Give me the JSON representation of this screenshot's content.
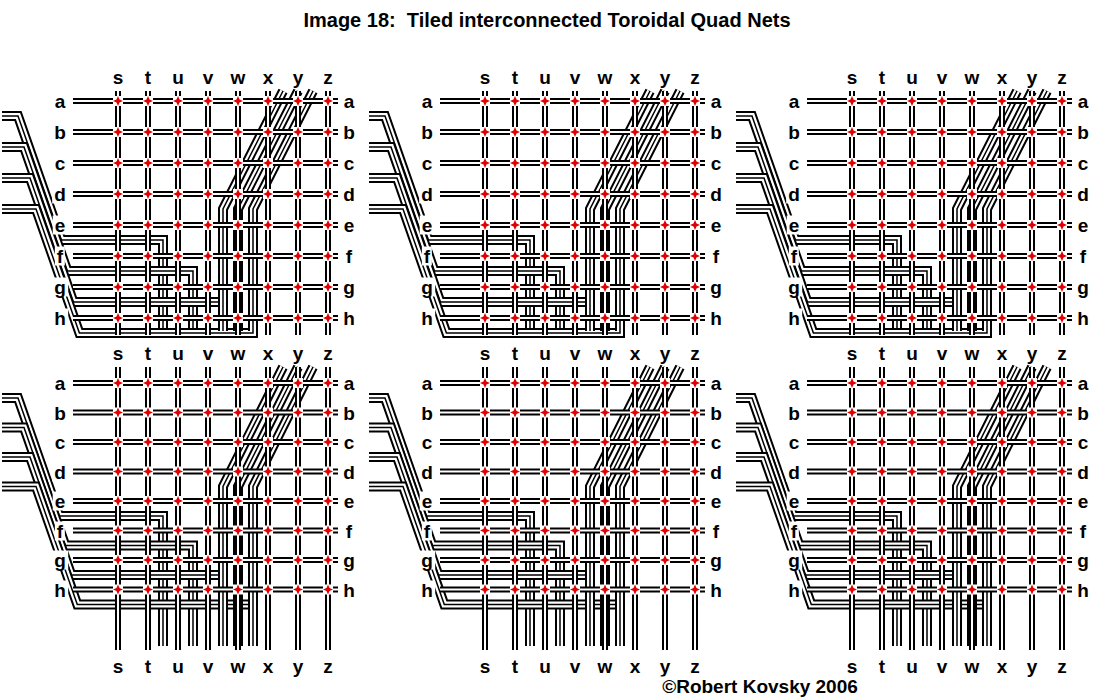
{
  "diagram": {
    "title": "Image 18:  Tiled interconnected Toroidal Quad Nets",
    "labels": [
      "s",
      "t",
      "u",
      "v",
      "w",
      "x",
      "y",
      "z",
      "a",
      "a",
      "b",
      "b",
      "c",
      "c",
      "d",
      "d",
      "e",
      "e",
      "f",
      "f",
      "g",
      "g",
      "h",
      "h",
      "s",
      "t",
      "u",
      "v",
      "w",
      "x",
      "y",
      "z",
      "a",
      "a",
      "b",
      "b",
      "c",
      "c",
      "d",
      "d",
      "e",
      "e",
      "f",
      "f",
      "g",
      "g",
      "h",
      "h",
      "s",
      "t",
      "u",
      "v",
      "w",
      "x",
      "y",
      "z",
      "a",
      "a",
      "b",
      "b",
      "c",
      "c",
      "d",
      "d",
      "e",
      "e",
      "f",
      "f",
      "g",
      "g",
      "h",
      "h",
      "s",
      "t",
      "u",
      "v",
      "w",
      "x",
      "y",
      "z",
      "a",
      "a",
      "b",
      "b",
      "c",
      "c",
      "d",
      "d",
      "e",
      "e",
      "f",
      "f",
      "g",
      "g",
      "h",
      "h",
      "s",
      "t",
      "u",
      "v",
      "w",
      "x",
      "y",
      "z",
      "s",
      "t",
      "u",
      "v",
      "w",
      "x",
      "y",
      "z",
      "a",
      "a",
      "b",
      "b",
      "c",
      "c",
      "d",
      "d",
      "e",
      "e",
      "f",
      "f",
      "g",
      "g",
      "h",
      "h",
      "s",
      "t",
      "u",
      "v",
      "w",
      "x",
      "y",
      "z",
      "s",
      "t",
      "u",
      "v",
      "w",
      "x",
      "y",
      "z",
      "a",
      "a",
      "b",
      "b",
      "c",
      "c",
      "d",
      "d",
      "e",
      "e",
      "f",
      "f",
      "g",
      "g",
      "h",
      "h",
      "s",
      "t",
      "u",
      "v",
      "w",
      "x",
      "y",
      "z",
      "©Robert Kovsky 2006"
    ]
  }
}
